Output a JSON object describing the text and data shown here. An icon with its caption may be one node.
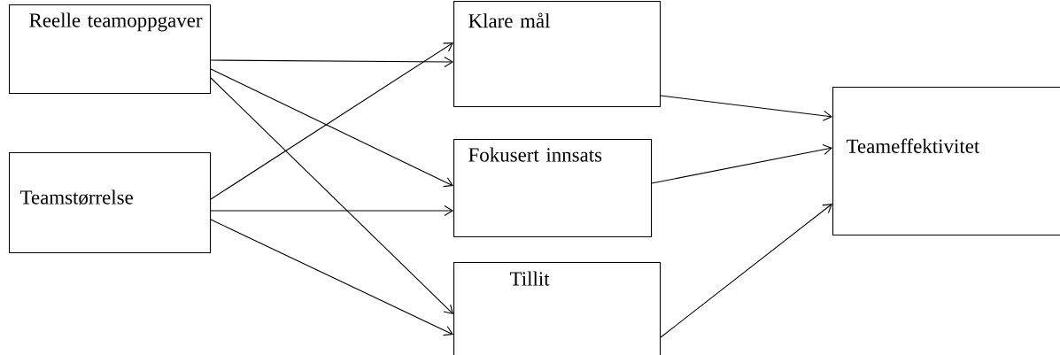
{
  "diagram": {
    "nodes": [
      {
        "text": [
          "Reelle teamoppgaver"
        ]
      },
      {
        "text": [
          "Teamstørrelse"
        ]
      },
      {
        "text": [
          "Klare mål"
        ]
      },
      {
        "text": [
          "Fokusert innsats"
        ]
      },
      {
        "text": [
          "Tillit"
        ]
      },
      {
        "text": [
          "Teameffektivitet"
        ]
      }
    ],
    "edges": [
      {
        "from": 0,
        "to": 2,
        "arrow": "to"
      },
      {
        "from": 0,
        "to": 3,
        "arrow": "to"
      },
      {
        "from": 0,
        "to": 4,
        "arrow": "to"
      },
      {
        "from": 1,
        "to": 2,
        "arrow": "to"
      },
      {
        "from": 1,
        "to": 3,
        "arrow": "to"
      },
      {
        "from": 1,
        "to": 4,
        "arrow": "to"
      },
      {
        "from": 2,
        "to": 5,
        "arrow": "to"
      },
      {
        "from": 3,
        "to": 5,
        "arrow": "to"
      },
      {
        "from": 4,
        "to": 5,
        "arrow": "to"
      }
    ]
  }
}
